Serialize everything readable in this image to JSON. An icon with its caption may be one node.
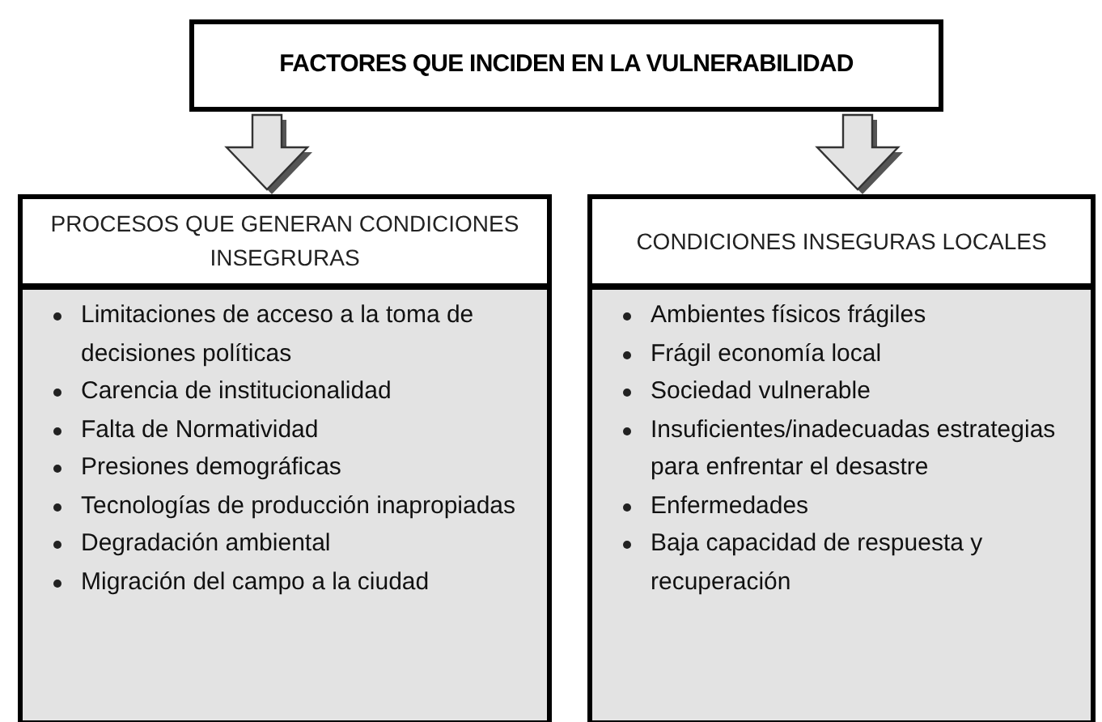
{
  "diagram": {
    "nodes": [
      {
        "text": [
          "FACTORES QUE INCIDEN EN LA VULNERABILIDAD"
        ]
      },
      {
        "text": [
          "PROCESOS QUE GENERAN CONDICIONES INSEGRURAS"
        ]
      },
      {
        "text": [
          "Limitaciones de acceso a la toma de decisiones políticas",
          "Carencia de institucionalidad",
          "Falta de Normatividad",
          "Presiones demográficas",
          "Tecnologías de producción inapropiadas",
          "Degradación ambiental",
          "Migración del campo a la ciudad"
        ]
      },
      {
        "text": [
          "CONDICIONES INSEGURAS LOCALES"
        ]
      },
      {
        "text": [
          "Ambientes físicos frágiles",
          "Frágil economía local",
          "Sociedad vulnerable",
          "Insuficientes/inadecuadas estrategias para enfrentar el desastre",
          "Enfermedades",
          "Baja capacidad de respuesta y recuperación"
        ]
      }
    ],
    "edges": [
      {
        "from": 0,
        "to": 1,
        "arrow": "to"
      },
      {
        "from": 0,
        "to": 3,
        "arrow": "to"
      }
    ]
  }
}
